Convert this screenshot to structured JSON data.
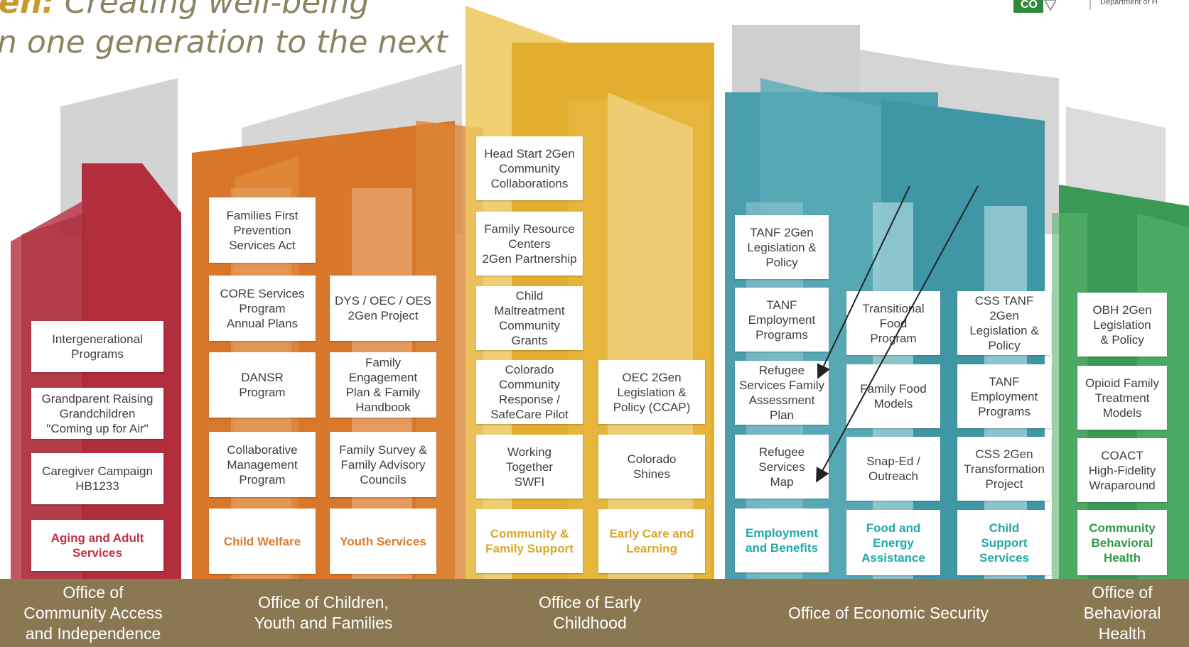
{
  "title": {
    "line1_bold": "en:",
    "line1_rest": " Creating well-being",
    "line2": "n one generation to the next"
  },
  "logo": {
    "badge": "CO",
    "text": "Department of H"
  },
  "offices": [
    {
      "label": "Office of\nCommunity Access\nand Independence",
      "color": "#b22f3c"
    },
    {
      "label": "Office of Children,\nYouth and Families",
      "color": "#d97a2c"
    },
    {
      "label": "Office of Early\nChildhood",
      "color": "#e0b134"
    },
    {
      "label": "Office of Economic Security",
      "color": "#3f97a6"
    },
    {
      "label": "Office of\nBehavioral\nHealth",
      "color": "#3a9a55"
    }
  ],
  "columns": {
    "aging": {
      "items": [
        "Intergenerational\nPrograms",
        "Grandparent Raising\nGrandchildren\n\"Coming up for Air\"",
        "Caregiver Campaign\nHB1233"
      ],
      "dept": "Aging and Adult\nServices",
      "dept_color": "#c0303f"
    },
    "child_welfare": {
      "items": [
        "Families First\nPrevention\nServices Act",
        "CORE Services\nProgram\nAnnual Plans",
        "DANSR\nProgram",
        "Collaborative\nManagement\nProgram"
      ],
      "dept": "Child Welfare",
      "dept_color": "#e07a2a"
    },
    "youth": {
      "items": [
        "DYS / OEC / OES\n2Gen Project",
        "Family\nEngagement\nPlan & Family\nHandbook",
        "Family Survey &\nFamily Advisory\nCouncils"
      ],
      "dept": "Youth Services",
      "dept_color": "#e07a2a"
    },
    "community_family": {
      "items": [
        "Head Start 2Gen\nCommunity\nCollaborations",
        "Family Resource\nCenters\n2Gen Partnership",
        "Child\nMaltreatment\nCommunity\nGrants",
        "Colorado\nCommunity\nResponse /\nSafeCare Pilot",
        "Working\nTogether\nSWFI"
      ],
      "dept": "Community &\nFamily Support",
      "dept_color": "#d9a82a"
    },
    "early_care": {
      "items": [
        "OEC 2Gen\nLegislation &\nPolicy (CCAP)",
        "Colorado\nShines"
      ],
      "dept": "Early Care and\nLearning",
      "dept_color": "#d9a82a"
    },
    "employment": {
      "items": [
        "TANF 2Gen\nLegislation &\nPolicy",
        "TANF\nEmployment\nPrograms",
        "Refugee\nServices Family\nAssessment\nPlan",
        "Refugee\nServices\nMap"
      ],
      "dept": "Employment\nand Benefits",
      "dept_color": "#22a8a8"
    },
    "food": {
      "items": [
        "Transitional\nFood\nProgram",
        "Family Food\nModels",
        "Snap-Ed /\nOutreach"
      ],
      "dept": "Food and\nEnergy\nAssistance",
      "dept_color": "#22a8a8"
    },
    "child_support": {
      "items": [
        "CSS TANF\n2Gen\nLegislation &\nPolicy",
        "TANF\nEmployment\nPrograms",
        "CSS 2Gen\nTransformation\nProject"
      ],
      "dept": "Child\nSupport\nServices",
      "dept_color": "#22a8a8"
    },
    "behavioral": {
      "items": [
        "OBH 2Gen\nLegislation\n& Policy",
        "Opioid Family\nTreatment\nModels",
        "COACT\nHigh-Fidelity\nWraparound"
      ],
      "dept": "Community\nBehavioral\nHealth",
      "dept_color": "#2f9a45"
    }
  }
}
